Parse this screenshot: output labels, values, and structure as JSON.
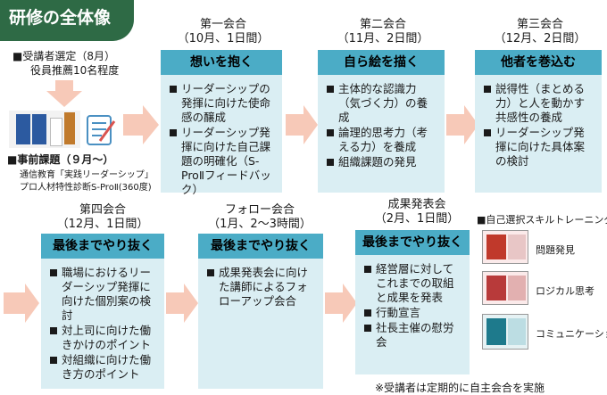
{
  "title": "研修の全体像",
  "pre": {
    "selection_line1": "■受講者選定（8月）",
    "selection_line2": "役員推薦10名程度",
    "prework_label": "■事前課題（９月～）",
    "prework_desc1": "通信教育「実践リーダーシップ」",
    "prework_desc2": "プロ人材特性診断S-ProⅡ(360度)"
  },
  "stages": [
    {
      "name": "第一会合",
      "when": "（10月、1日間）",
      "heading": "想いを抱く",
      "bullets": [
        "リーダーシップの発揮に向けた使命感の醸成",
        "リーダーシップ発揮に向けた自己課題の明確化（S-ProⅡフィードバック）"
      ]
    },
    {
      "name": "第二会合",
      "when": "（11月、2日間）",
      "heading": "自ら絵を描く",
      "bullets": [
        "主体的な認識力（気づく力）の養成",
        "論理的思考力（考える力）を養成",
        "組織課題の発見"
      ]
    },
    {
      "name": "第三会合",
      "when": "（12月、2日間）",
      "heading": "他者を巻込む",
      "bullets": [
        "説得性（まとめる力）と人を動かす共感性の養成",
        "リーダーシップ発揮に向けた具体案の検討"
      ]
    },
    {
      "name": "第四会合",
      "when": "（12月、1日間）",
      "heading": "最後までやり抜く",
      "bullets": [
        "職場におけるリーダーシップ発揮に向けた個別案の検討",
        "対上司に向けた働きかけのポイント",
        "対組織に向けた働き方のポイント"
      ]
    },
    {
      "name": "フォロー会合",
      "when": "（1月、2～3時間）",
      "heading": "最後までやり抜く",
      "bullets": [
        "成果発表会に向けた講師によるフォローアップ会合"
      ]
    },
    {
      "name": "成果発表会",
      "when": "（2月、1日間）",
      "heading": "最後までやり抜く",
      "bullets": [
        "経営層に対してこれまでの取組と成果を発表",
        "行動宣言",
        "社長主催の慰労会"
      ]
    }
  ],
  "skills": {
    "title": "■自己選択スキルトレーニング",
    "items": [
      "問題発見",
      "ロジカル思考",
      "コミュニケーション"
    ],
    "colors": [
      "#c0392b",
      "#b83a3a",
      "#1e7a8c"
    ]
  },
  "footnote": "※受講者は定期的に自主会合を実施",
  "colors": {
    "brand": "#2e6a45",
    "card_head": "#4bacc6",
    "card_body": "#daeef3",
    "arrow": "#f7c9b8"
  }
}
